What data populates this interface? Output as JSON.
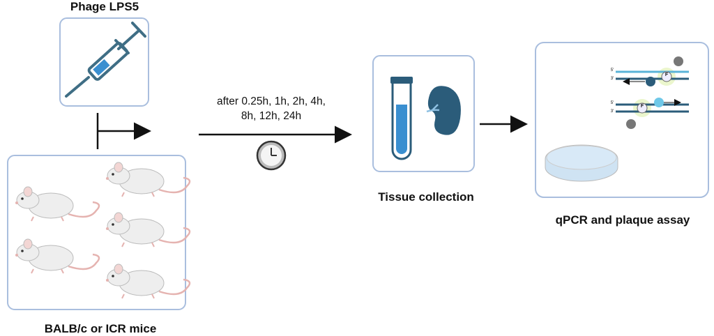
{
  "labels": {
    "phage": "Phage LPS5",
    "mice": "BALB/c or ICR mice",
    "timepoints_line1": "after 0.25h, 1h, 2h, 4h,",
    "timepoints_line2": "8h, 12h, 24h",
    "tissue": "Tissue collection",
    "assay": "qPCR and plaque assay"
  },
  "qpcr_marks": {
    "fluor": "F",
    "five_prime": "5'",
    "three_prime": "3'"
  },
  "colors": {
    "box_border": "#a9bede",
    "syringe": "#3f6e85",
    "syringe_fill": "#3a8fd0",
    "organ": "#2b5c7a",
    "tube_liquid": "#3a8fd0",
    "dish": "#cfe3f3",
    "mouse": "#eeeeee",
    "mouse_tail": "#e5b3b0"
  },
  "mice_count": 5
}
